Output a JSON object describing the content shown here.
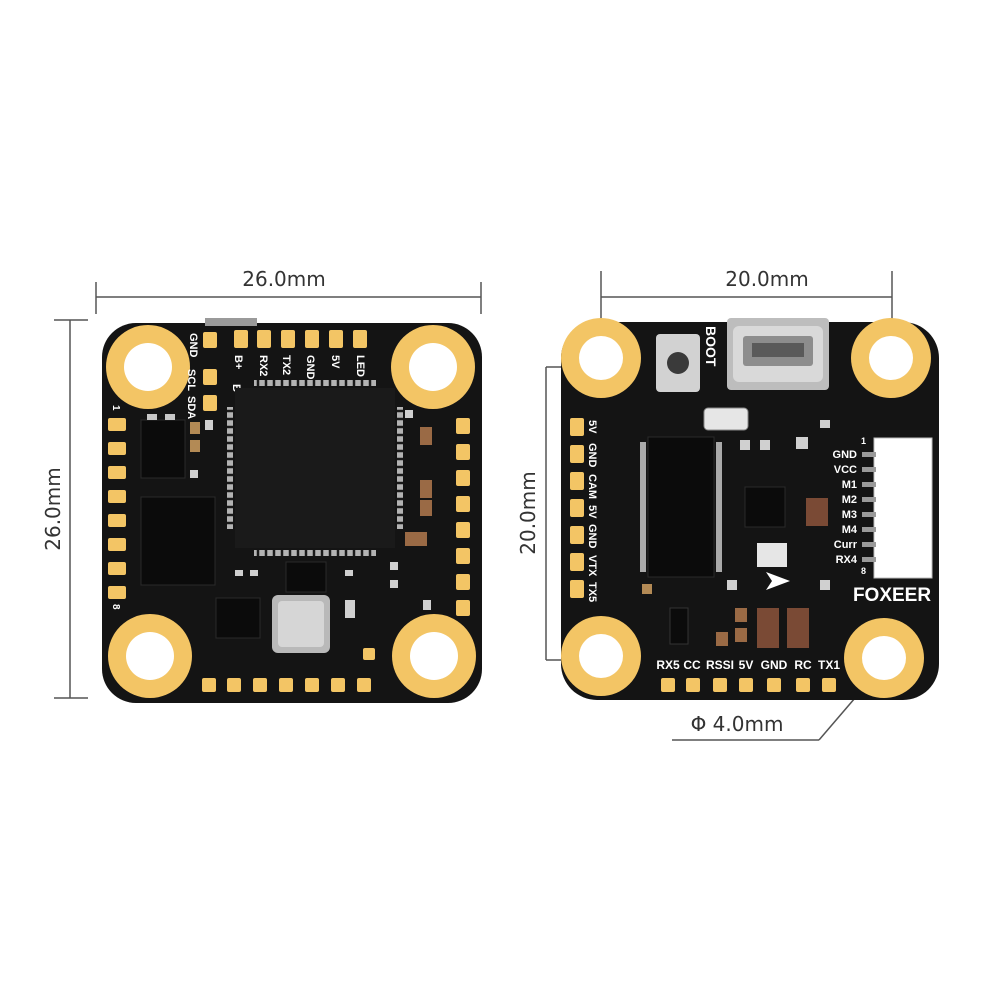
{
  "left_board": {
    "width_label": "26.0mm",
    "height_label": "26.0mm",
    "top_pads": [
      "GND",
      "SCL",
      "SDA",
      "B+",
      "B-",
      "TX2",
      "RX2",
      "GND",
      "5V",
      "LED"
    ],
    "left_pin_first": "1",
    "left_pin_last": "8"
  },
  "right_board": {
    "width_label": "20.0mm",
    "height_label": "20.0mm",
    "hole_label": "Φ 4.0mm",
    "boot_label": "BOOT",
    "brand": "FOXEER",
    "left_pads": [
      "5V",
      "GND",
      "CAM",
      "5V",
      "GND",
      "VTX",
      "TX5"
    ],
    "right_pads": [
      "GND",
      "VCC",
      "M1",
      "M2",
      "M3",
      "M4",
      "Curr",
      "RX4"
    ],
    "right_pin_first": "1",
    "right_pin_last": "8",
    "bottom_pads": [
      "RX5",
      "CC",
      "RSSI",
      "5V",
      "GND",
      "RC",
      "TX1"
    ]
  },
  "colors": {
    "pcb": "#141414",
    "pad_gold": "#f3c565",
    "silkscreen": "#ffffff",
    "dimension_line": "#555555"
  }
}
